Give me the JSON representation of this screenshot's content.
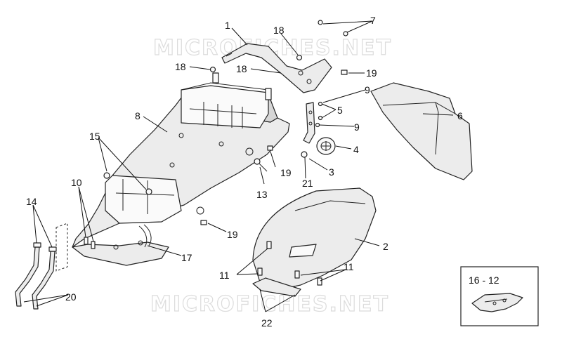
{
  "watermark": "MICROFICHES.NET",
  "callouts": {
    "c1": "1",
    "c2": "2",
    "c3": "3",
    "c4": "4",
    "c5": "5",
    "c6": "6",
    "c7": "7",
    "c8": "8",
    "c9a": "9",
    "c9b": "9",
    "c10": "10",
    "c11a": "11",
    "c11b": "11",
    "c12": "16 - 12",
    "c13": "13",
    "c14": "14",
    "c15": "15",
    "c17": "17",
    "c18a": "18",
    "c18b": "18",
    "c18c": "18",
    "c19a": "19",
    "c19b": "19",
    "c19c": "19",
    "c20": "20",
    "c21": "21",
    "c22": "22"
  },
  "inset": {
    "label": "16 - 12"
  }
}
